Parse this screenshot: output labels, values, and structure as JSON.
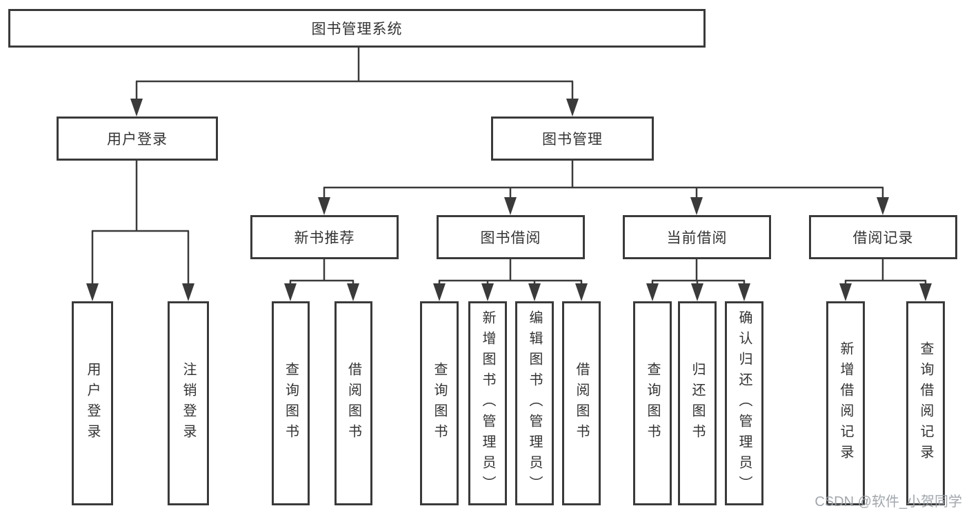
{
  "tree": {
    "label": "图书管理系统",
    "children": [
      {
        "label": "用户登录",
        "children": [
          {
            "label": "用户登录"
          },
          {
            "label": "注销登录"
          }
        ]
      },
      {
        "label": "图书管理",
        "children": [
          {
            "label": "新书推荐",
            "children": [
              {
                "label": "查询图书"
              },
              {
                "label": "借阅图书"
              }
            ]
          },
          {
            "label": "图书借阅",
            "children": [
              {
                "label": "查询图书"
              },
              {
                "label": "新增图书（管理员）"
              },
              {
                "label": "编辑图书（管理员）"
              },
              {
                "label": "借阅图书"
              }
            ]
          },
          {
            "label": "当前借阅",
            "children": [
              {
                "label": "查询图书"
              },
              {
                "label": "归还图书"
              },
              {
                "label": "确认归还（管理员）"
              }
            ]
          },
          {
            "label": "借阅记录",
            "children": [
              {
                "label": "新增借阅记录"
              },
              {
                "label": "查询借阅记录"
              }
            ]
          }
        ]
      }
    ]
  },
  "watermark": "CSDN @软件_小贺同学",
  "colors": {
    "line": "#3a3a3a",
    "box_border": "#3a3a3a",
    "box_background": "#ffffff",
    "text": "#333333",
    "watermark": "#9aa0a6",
    "page_background": "#ffffff"
  }
}
